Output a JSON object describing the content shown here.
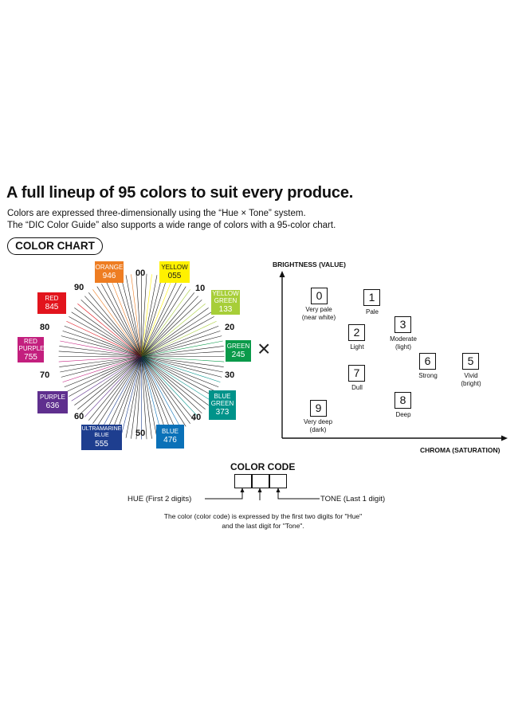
{
  "headline": "A full lineup of 95 colors to suit every produce.",
  "intro": [
    "Colors are expressed three-dimensionally using the “Hue × Tone” system.",
    "The “DIC Color Guide” also supports a wide range of colors with a 95-color chart."
  ],
  "color_chart_label": "COLOR CHART",
  "hue_wheel": {
    "numbers": [
      "00",
      "10",
      "20",
      "30",
      "40",
      "50",
      "60",
      "70",
      "80",
      "90"
    ],
    "swatches": [
      {
        "name": "ORANGE",
        "code": "946",
        "color": "#ee7d22"
      },
      {
        "name": "YELLOW",
        "code": "055",
        "color": "#fff100"
      },
      {
        "name": "YELLOW GREEN",
        "code": "133",
        "color": "#a7ce38"
      },
      {
        "name": "GREEN",
        "code": "245",
        "color": "#0a9a4a"
      },
      {
        "name": "BLUE GREEN",
        "code": "373",
        "color": "#00938a"
      },
      {
        "name": "BLUE",
        "code": "476",
        "color": "#0a71b8"
      },
      {
        "name": "ULTRAMARINE BLUE",
        "code": "555",
        "color": "#1e3e8f"
      },
      {
        "name": "PURPLE",
        "code": "636",
        "color": "#5f2f8e"
      },
      {
        "name": "RED PURPLE",
        "code": "755",
        "color": "#c31f7e"
      },
      {
        "name": "RED",
        "code": "845",
        "color": "#e2141d"
      }
    ]
  },
  "cross_symbol": "×",
  "tone_diagram": {
    "y_axis": "BRIGHTNESS (VALUE)",
    "x_axis": "CHROMA (SATURATION)",
    "tones": [
      {
        "digit": "0",
        "label": [
          "Very pale",
          "(near white)"
        ]
      },
      {
        "digit": "1",
        "label": [
          "Pale"
        ]
      },
      {
        "digit": "2",
        "label": [
          "Light"
        ]
      },
      {
        "digit": "3",
        "label": [
          "Moderate",
          "(light)"
        ]
      },
      {
        "digit": "6",
        "label": [
          "Strong"
        ]
      },
      {
        "digit": "5",
        "label": [
          "Vivid",
          "(bright)"
        ]
      },
      {
        "digit": "7",
        "label": [
          "Dull"
        ]
      },
      {
        "digit": "8",
        "label": [
          "Deep"
        ]
      },
      {
        "digit": "9",
        "label": [
          "Very deep",
          "(dark)"
        ]
      }
    ]
  },
  "color_code": {
    "title": "COLOR CODE",
    "hue_label": "HUE (First 2 digits)",
    "tone_label": "TONE (Last 1 digit)",
    "note": [
      "The color (color code) is expressed by the first two digits for \"Hue\"",
      "and the last digit for \"Tone\"."
    ]
  }
}
